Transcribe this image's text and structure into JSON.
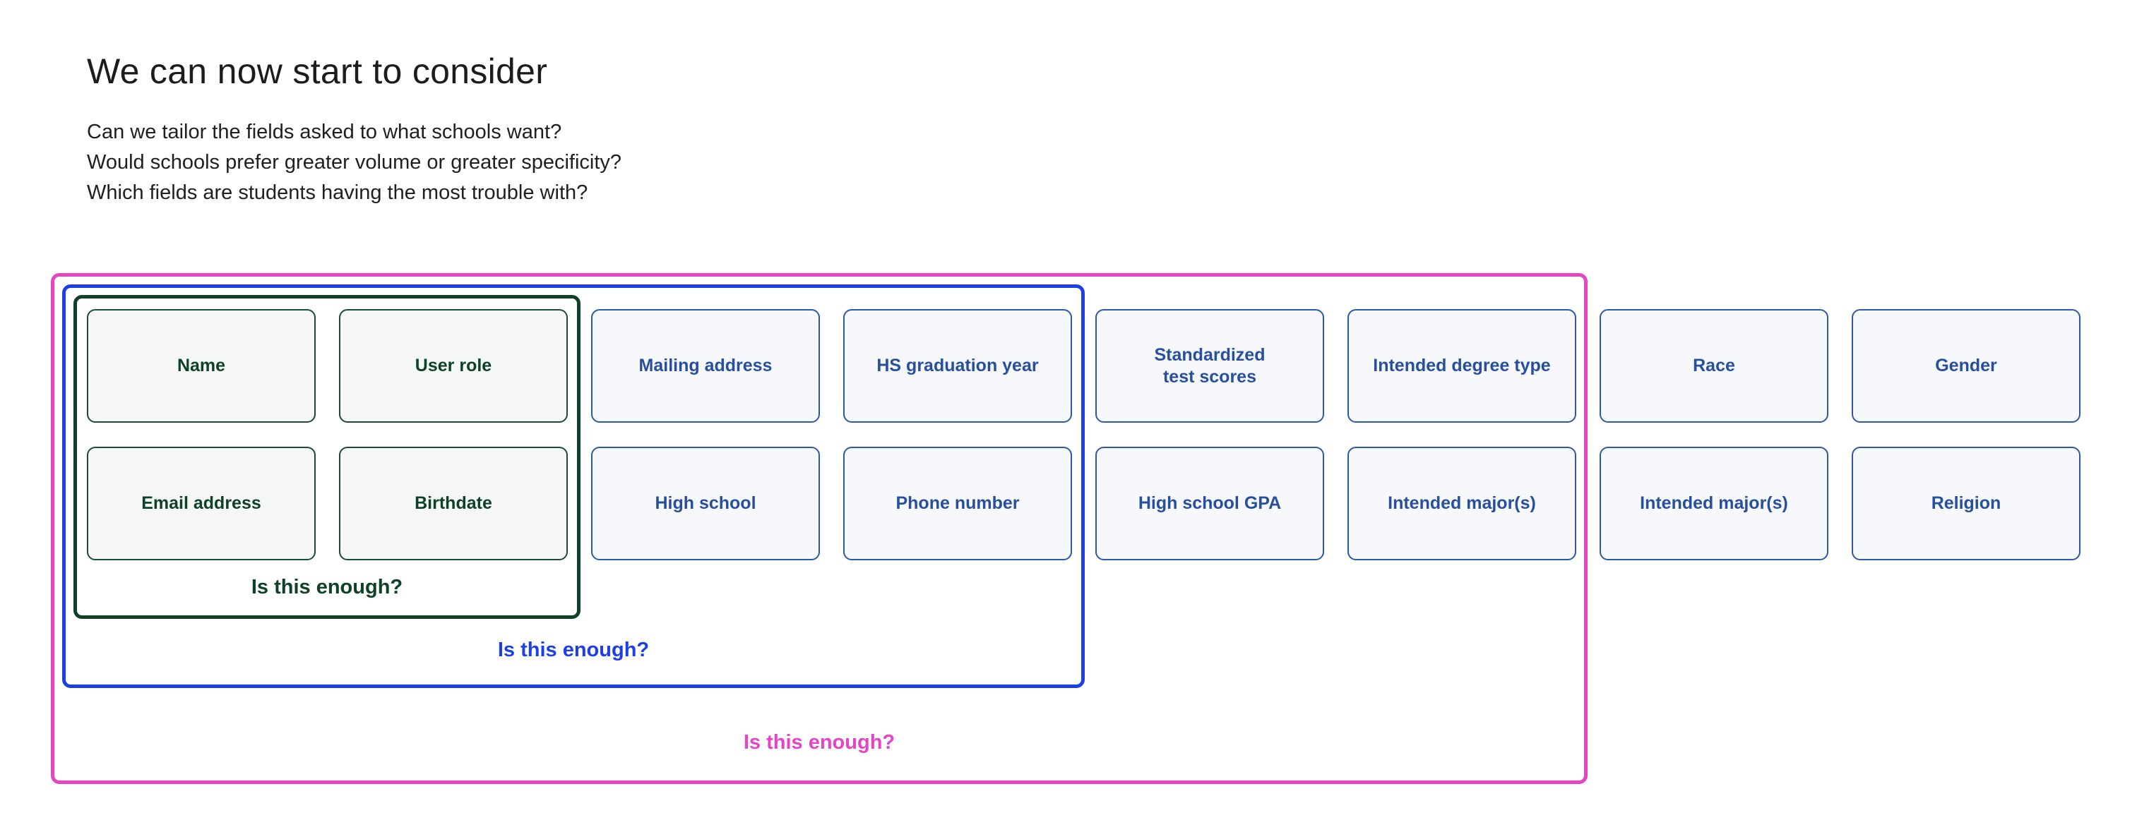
{
  "heading": "We can now start to consider",
  "questions": [
    "Can we tailor the fields asked to what schools want?",
    "Would schools prefer greater volume or greater specificity?",
    "Which fields are students having the most trouble with?"
  ],
  "colors": {
    "pink_group": "#e544c4",
    "blue_group": "#1d40e6",
    "green_group": "#0e4128",
    "green_card_fill": "#f4f7f5",
    "blue_card_fill": "#f6f8fc",
    "blue_card_text": "#284f9e"
  },
  "groups": {
    "green": {
      "label": "Is this enough?"
    },
    "blue": {
      "label": "Is this enough?"
    },
    "pink": {
      "label": "Is this enough?"
    }
  },
  "fields": {
    "row1": [
      "Name",
      "User role",
      "Mailing address",
      "HS graduation year",
      "Standardized\ntest scores",
      "Intended degree type",
      "Race",
      "Gender"
    ],
    "row2": [
      "Email address",
      "Birthdate",
      "High school",
      "Phone number",
      "High school GPA",
      "Intended major(s)",
      "Intended major(s)",
      "Religion"
    ]
  }
}
